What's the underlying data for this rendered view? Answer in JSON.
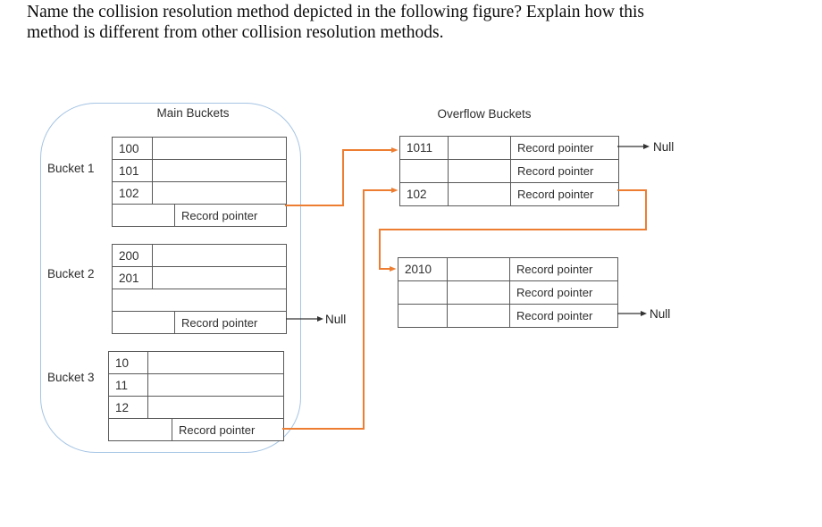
{
  "question": {
    "line1": "Name the collision resolution method depicted in the following figure? Explain how this",
    "line2": "method is different from other collision resolution methods."
  },
  "figure": {
    "main_section_title": "Main Buckets",
    "overflow_section_title": "Overflow Buckets",
    "record_pointer_label": "Record pointer",
    "null_label": "Null",
    "main_buckets": [
      {
        "label": "Bucket 1",
        "keys": [
          "100",
          "101",
          "102"
        ]
      },
      {
        "label": "Bucket 2",
        "keys": [
          "200",
          "201"
        ]
      },
      {
        "label": "Bucket 3",
        "keys": [
          "10",
          "11",
          "12"
        ]
      }
    ],
    "overflow_buckets": [
      {
        "keys": [
          "1011",
          "",
          "102"
        ]
      },
      {
        "keys": [
          "2010",
          "",
          ""
        ]
      }
    ],
    "colors": {
      "connector_orange": "#ED7D31",
      "container_border_blue": "#A5C4E4",
      "table_border_gray": "#595959",
      "arrow_black": "#333333"
    }
  }
}
